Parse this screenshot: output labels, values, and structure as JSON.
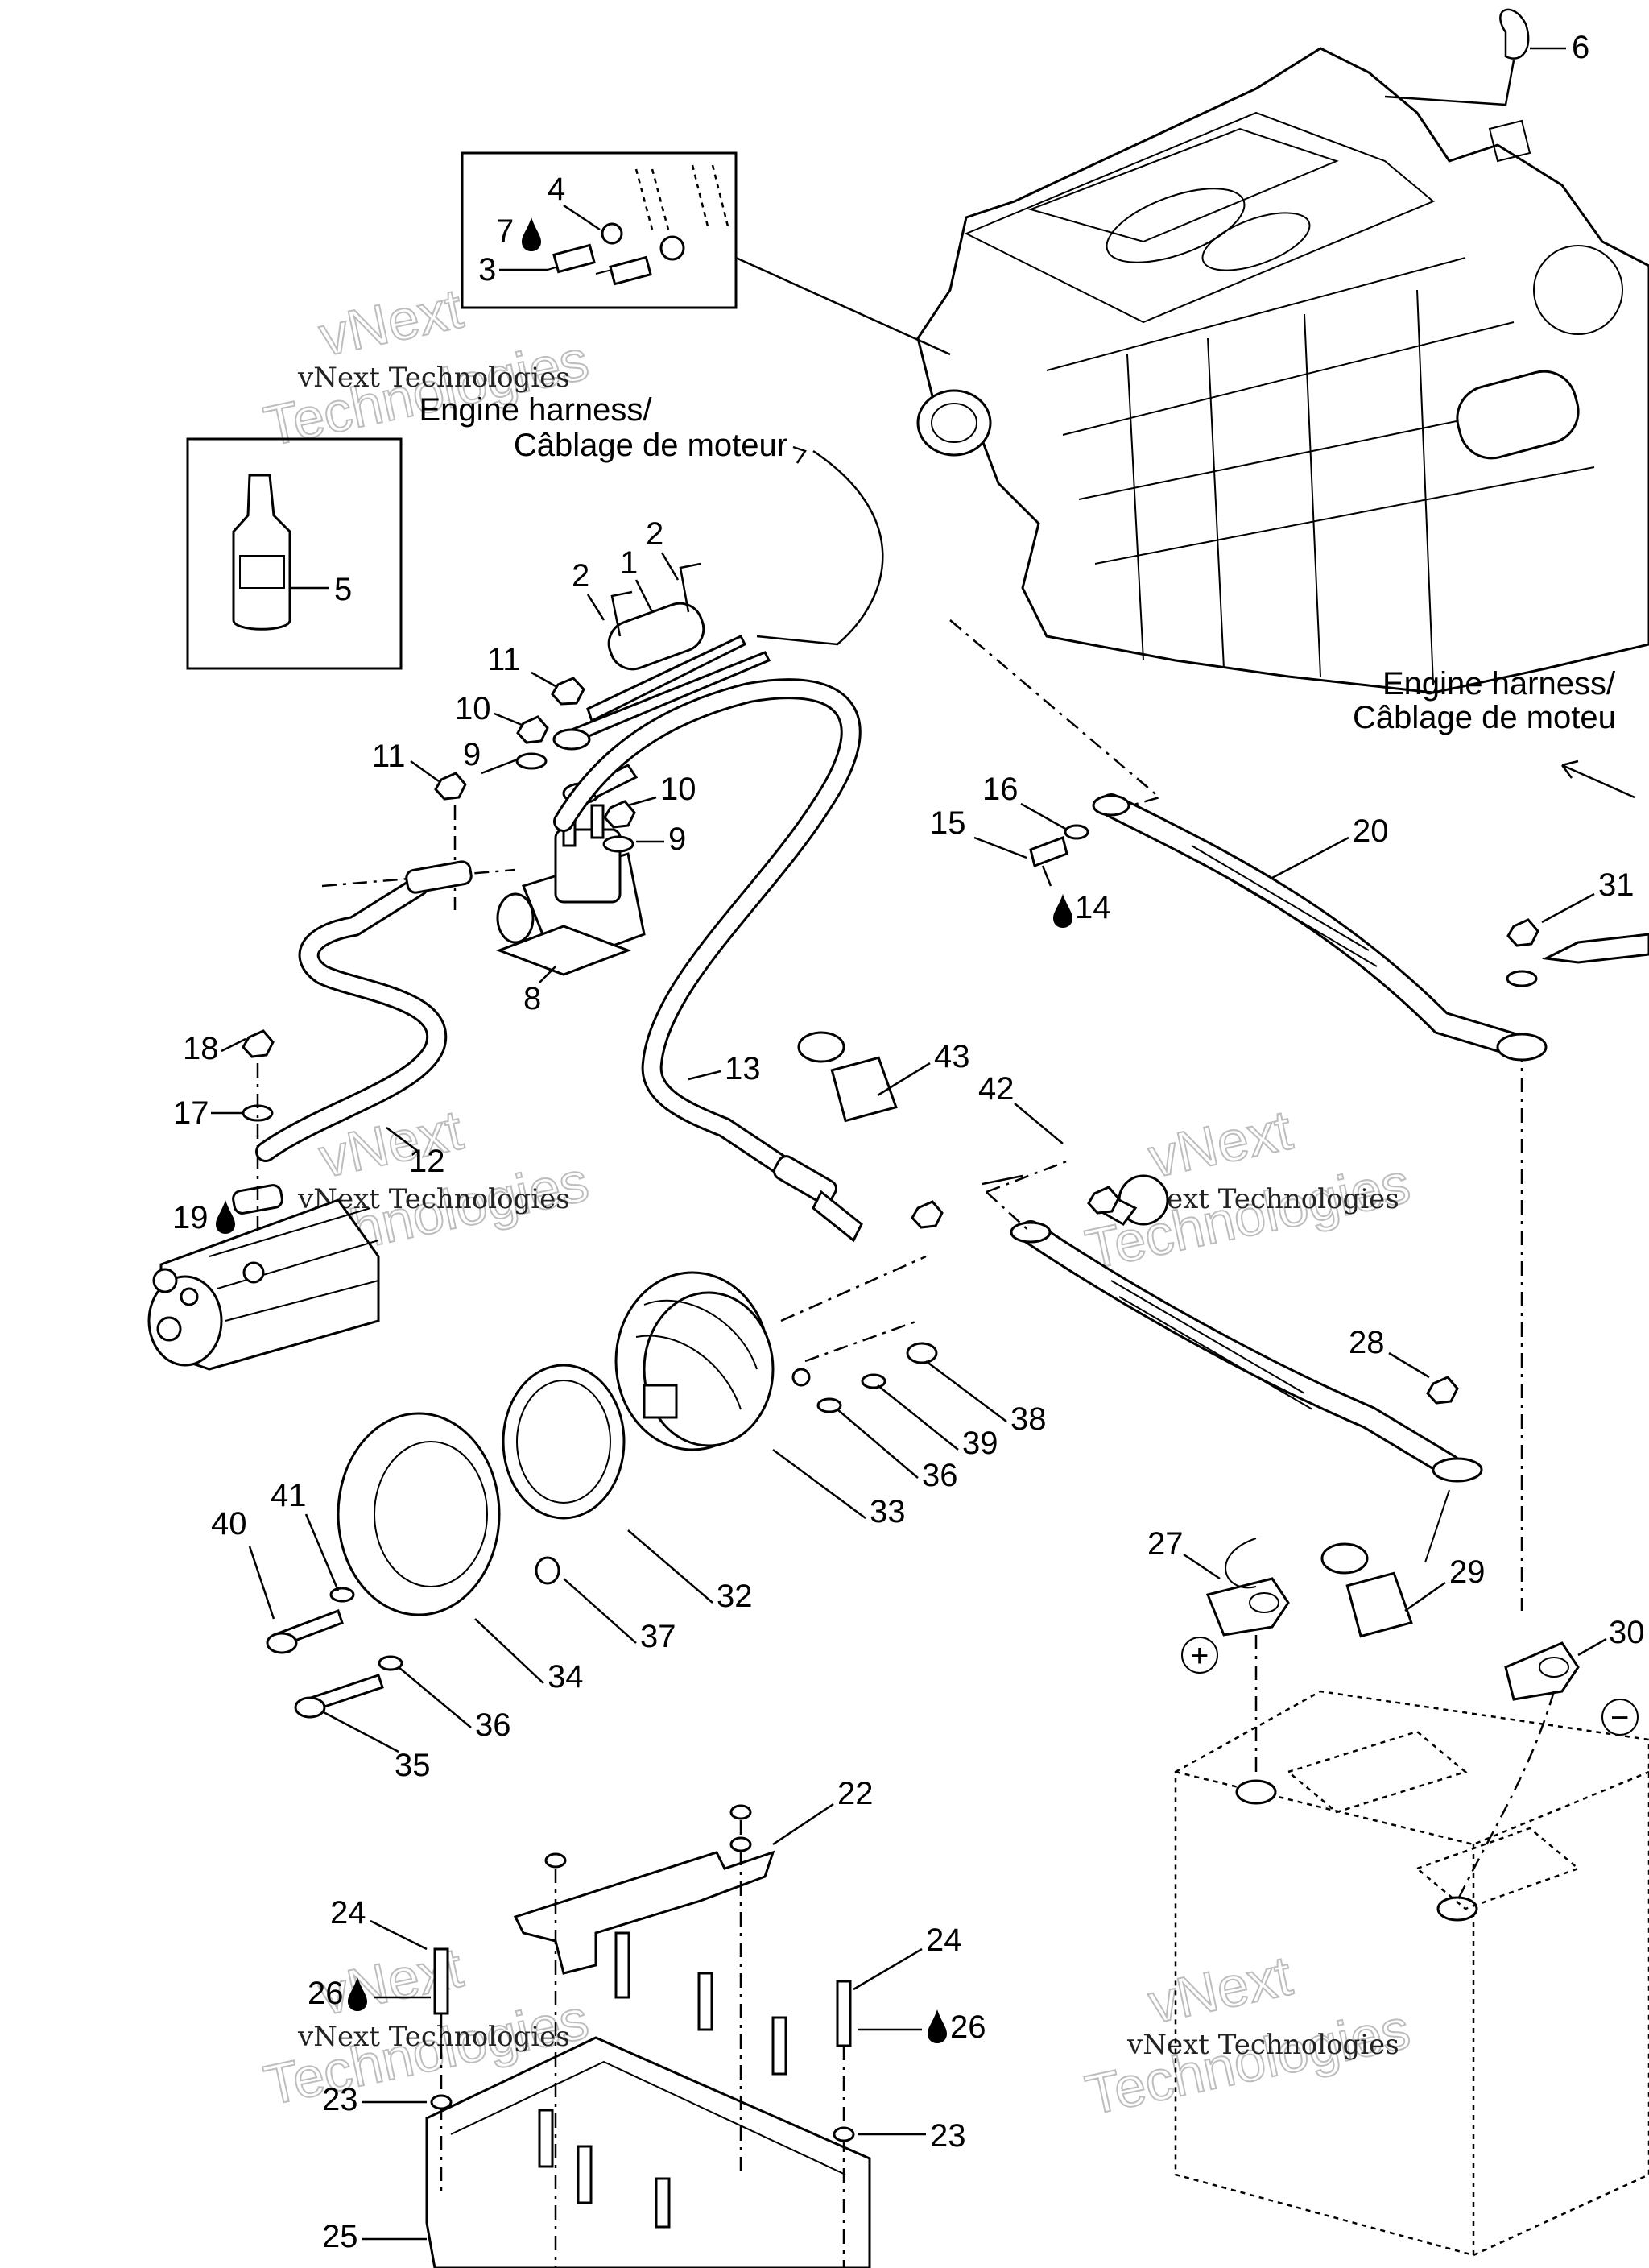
{
  "harness_labels": {
    "top": [
      "Engine harness/",
      "Câblage de moteur"
    ],
    "right": [
      "Engine harness/",
      "Câblage de moteu"
    ]
  },
  "watermark": {
    "line1": "vNext Technologies",
    "line2": "vNext",
    "line3": "Technologies"
  },
  "callouts": {
    "c1": "1",
    "c2a": "2",
    "c2b": "2",
    "c3": "3",
    "c4": "4",
    "c5": "5",
    "c6": "6",
    "c7": "7",
    "c8": "8",
    "c9a": "9",
    "c9b": "9",
    "c10a": "10",
    "c10b": "10",
    "c11a": "11",
    "c11b": "11",
    "c12": "12",
    "c13": "13",
    "c14": "14",
    "c15": "15",
    "c16": "16",
    "c17": "17",
    "c18": "18",
    "c19": "19",
    "c20": "20",
    "c22": "22",
    "c23a": "23",
    "c23b": "23",
    "c24a": "24",
    "c24b": "24",
    "c25": "25",
    "c26a": "26",
    "c26b": "26",
    "c27": "27",
    "c28": "28",
    "c29": "29",
    "c30": "30",
    "c31": "31",
    "c32": "32",
    "c33": "33",
    "c34": "34",
    "c35": "35",
    "c36a": "36",
    "c36b": "36",
    "c37": "37",
    "c38": "38",
    "c39": "39",
    "c40": "40",
    "c41": "41",
    "c42": "42",
    "c43": "43"
  },
  "battery_terminals": {
    "positive": "+",
    "negative": "−"
  },
  "icons": {
    "adhesive": "drop-icon"
  }
}
